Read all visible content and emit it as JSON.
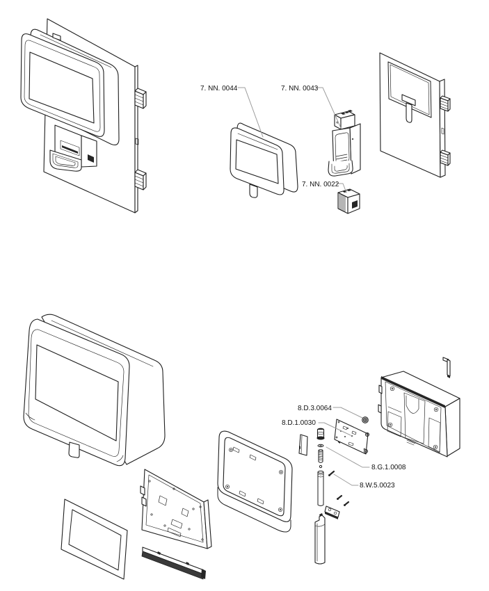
{
  "figure": {
    "background_color": "#ffffff",
    "line_color": "#1d1d1d",
    "dark_fill_color": "#262626",
    "leader_line_color": "#9c9c9c",
    "top_view": {
      "callouts": [
        {
          "label": "7. NN. 0044"
        },
        {
          "label": "7. NN. 0043"
        },
        {
          "label": "7. NN. 0022"
        }
      ]
    },
    "bottom_view": {
      "callouts": [
        {
          "label": "8.D.3.0064"
        },
        {
          "label": "8.D.1.0030"
        },
        {
          "label": "8.G.1.0008"
        },
        {
          "label": "8.W.5.0023"
        }
      ]
    }
  }
}
